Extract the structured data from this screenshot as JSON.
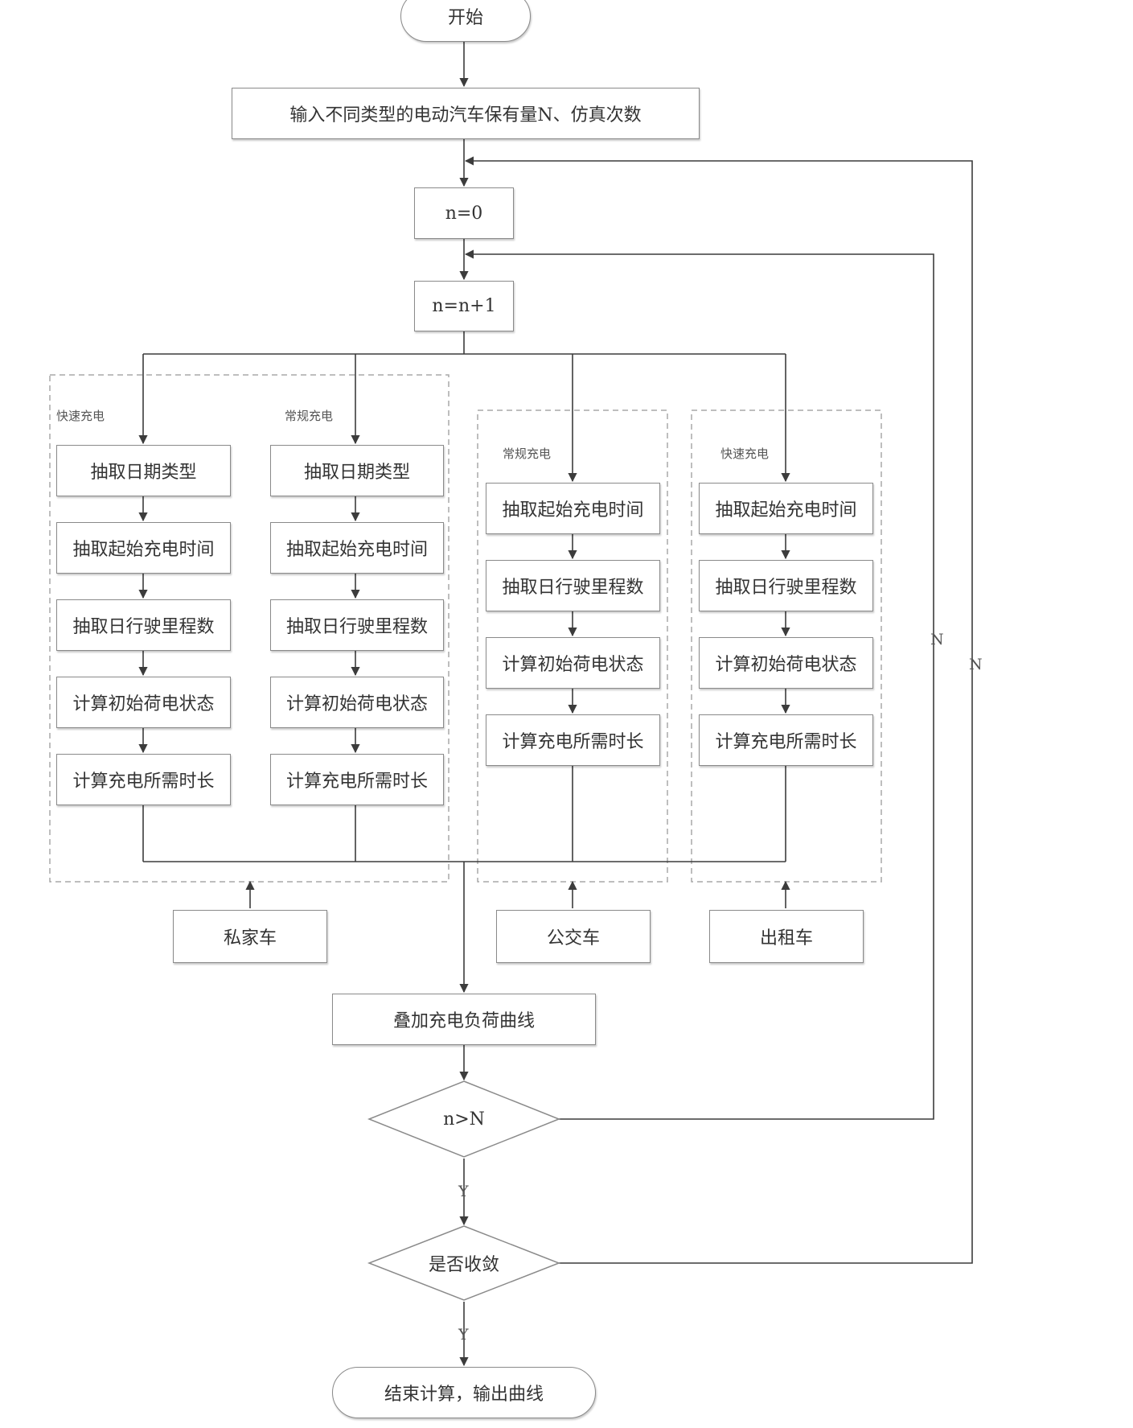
{
  "terminals": {
    "start": "开始",
    "end": "结束计算，输出曲线"
  },
  "process": {
    "input": "输入不同类型的电动汽车保有量N、仿真次数",
    "init": "n=0",
    "increment": "n=n+1",
    "superpose": "叠加充电负荷曲线"
  },
  "decisions": {
    "count_check": "n>N",
    "convergence": "是否收敛"
  },
  "flow_labels": {
    "yes": "Y",
    "no": "N"
  },
  "groups": {
    "private": {
      "vehicle": "私家车",
      "fast_title": "快速充电",
      "normal_title": "常规充电",
      "fast_steps": [
        "抽取日期类型",
        "抽取起始充电时间",
        "抽取日行驶里程数",
        "计算初始荷电状态",
        "计算充电所需时长"
      ],
      "normal_steps": [
        "抽取日期类型",
        "抽取起始充电时间",
        "抽取日行驶里程数",
        "计算初始荷电状态",
        "计算充电所需时长"
      ]
    },
    "bus": {
      "vehicle": "公交车",
      "title": "常规充电",
      "steps": [
        "抽取起始充电时间",
        "抽取日行驶里程数",
        "计算初始荷电状态",
        "计算充电所需时长"
      ]
    },
    "taxi": {
      "vehicle": "出租车",
      "title": "快速充电",
      "steps": [
        "抽取起始充电时间",
        "抽取日行驶里程数",
        "计算初始荷电状态",
        "计算充电所需时长"
      ]
    }
  },
  "colors": {
    "line": "#3c3c3c",
    "box_border": "#8a8a8a",
    "dashed_border": "#a8a8a8",
    "text": "#333333"
  }
}
